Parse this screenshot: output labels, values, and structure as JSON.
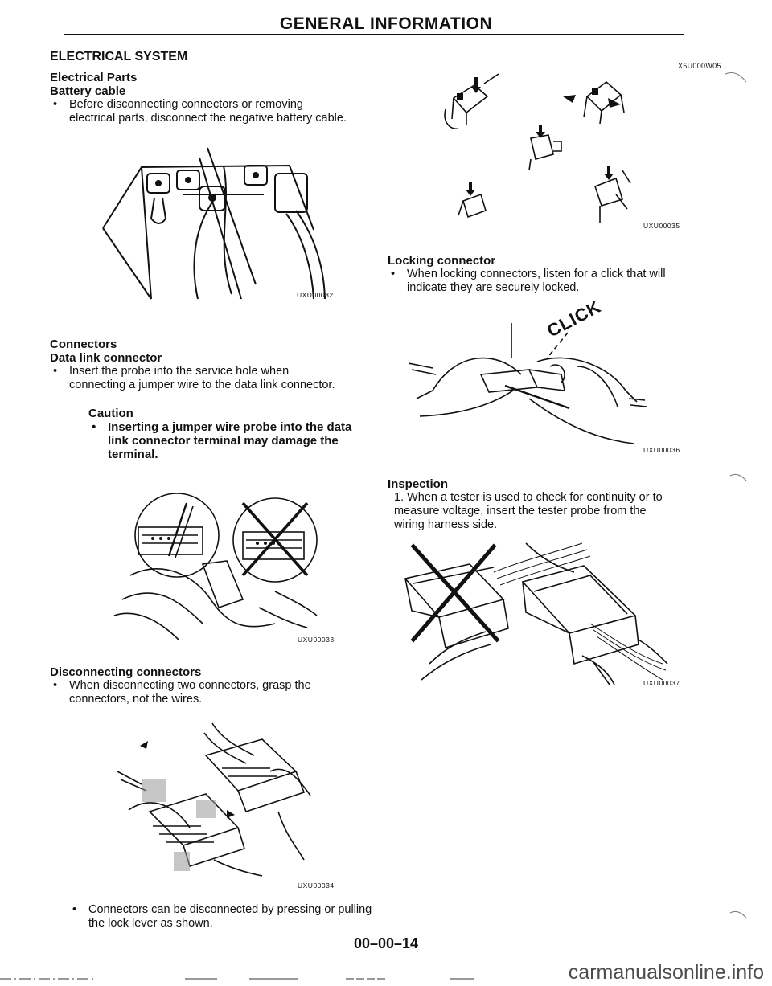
{
  "header": {
    "title": "GENERAL INFORMATION"
  },
  "section_title": "ELECTRICAL SYSTEM",
  "doc_code": "X5U000W05",
  "left_column": {
    "electrical_parts": {
      "heading1": "Electrical Parts",
      "heading2": "Battery cable",
      "bullet": "Before disconnecting connectors or removing electrical parts, disconnect the negative battery cable.",
      "figure_code": "UXU00032"
    },
    "connectors": {
      "heading1": "Connectors",
      "heading2": "Data link connector",
      "bullet": "Insert the probe into the service hole when connecting a jumper wire to the data link connector.",
      "caution_title": "Caution",
      "caution_bullet": "Inserting a jumper wire probe into the data link connector terminal may damage the terminal.",
      "figure_code": "UXU00033"
    },
    "disconnecting": {
      "heading": "Disconnecting connectors",
      "bullet": "When disconnecting two connectors, grasp the connectors, not the wires.",
      "figure_code": "UXU00034",
      "bullet2": "Connectors can be disconnected by pressing or pulling the lock lever as shown."
    }
  },
  "right_column": {
    "lock_lever_figure_code": "UXU00035",
    "locking": {
      "heading": "Locking connector",
      "bullet": "When locking connectors, listen for a click that will indicate they are securely locked.",
      "click_label": "CLICK",
      "figure_code": "UXU00036"
    },
    "inspection": {
      "heading": "Inspection",
      "item1": "1. When a tester is used to check for continuity or to measure voltage, insert the tester probe from the wiring harness side.",
      "figure_code": "UXU00037"
    }
  },
  "footer": {
    "page_number": "00–00–14",
    "watermark": "carmanualsonline.info"
  }
}
